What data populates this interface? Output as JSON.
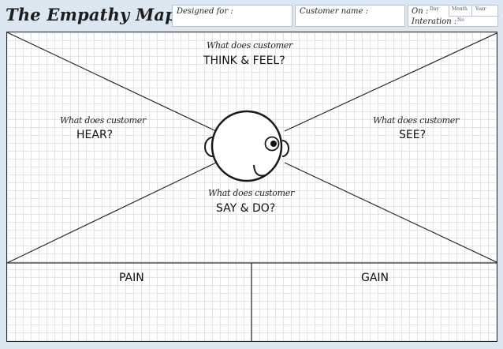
{
  "header": {
    "title": "The Empathy Map",
    "designed_for_label": "Designed for :",
    "customer_name_label": "Customer name :",
    "on_label": "On :",
    "iteration_label": "Interation :",
    "day_label": "Day",
    "month_label": "Month",
    "year_label": "Year",
    "no_label": "No"
  },
  "map": {
    "think_feel": {
      "prompt": "What does customer",
      "title": "THINK & FEEL?"
    },
    "hear": {
      "prompt": "What does customer",
      "title": "HEAR?"
    },
    "see": {
      "prompt": "What does customer",
      "title": "SEE?"
    },
    "say_do": {
      "prompt": "What does customer",
      "title": "SAY & DO?"
    }
  },
  "bottom": {
    "pain_label": "PAIN",
    "gain_label": "GAIN"
  },
  "colors": {
    "background": "#dde7f1",
    "grid": "#e3e6da",
    "stroke": "#2a2a2a"
  }
}
